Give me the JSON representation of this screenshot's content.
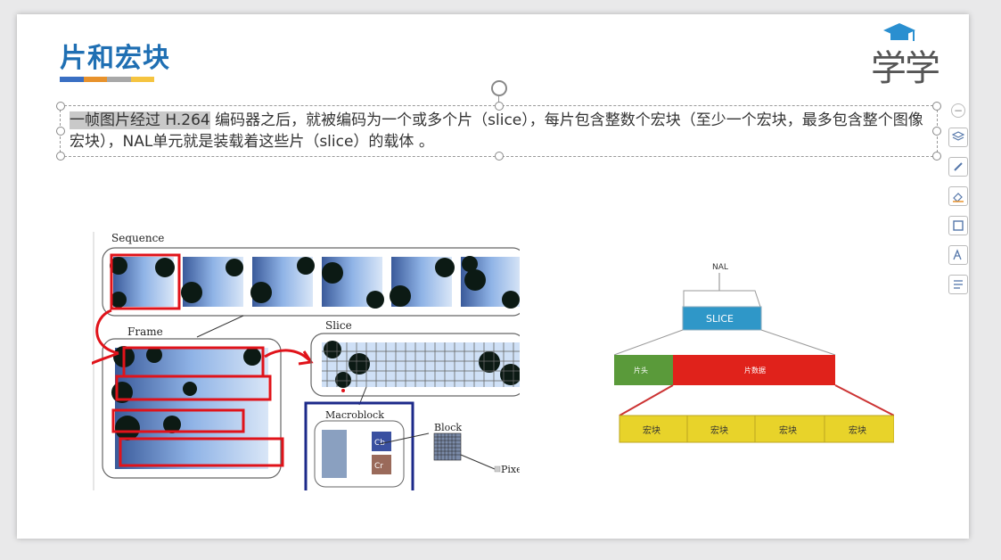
{
  "slide": {
    "title": "片和宏块",
    "title_bar_colors": [
      "#3a6fc3",
      "#e8922c",
      "#a8a8a8",
      "#f5c440"
    ],
    "logo_text": "学学",
    "body_highlight": "一帧图片经过 H.264",
    "body_rest": " 编码器之后，就被编码为一个或多个片（slice），每片包含整数个宏块（至少一个宏块，最多包含整个图像宏块），NAL单元就是装载着这些片（slice）的载体 。"
  },
  "figure_left": {
    "sequence_label": "Sequence",
    "frame_label": "Frame",
    "slice_label": "Slice",
    "macroblock_label": "Macroblock",
    "block_label": "Block",
    "pixel_label": "Pixel",
    "cb_label": "Cb",
    "cr_label": "Cr"
  },
  "figure_right": {
    "nal_label": "NAL",
    "slice_label": "SLICE",
    "header_label": "片头",
    "data_label": "片数据",
    "macroblocks": [
      "宏块",
      "宏块",
      "宏块",
      "宏块"
    ],
    "colors": {
      "slice": "#2f97c8",
      "header": "#5a9a3a",
      "data": "#e0221b",
      "macroblock": "#e8d32a"
    }
  },
  "toolbar": {
    "icons": [
      "collapse-icon",
      "layers-icon",
      "pen-icon",
      "eraser-icon",
      "frame-icon",
      "text-style-icon",
      "text-format-icon"
    ]
  },
  "annotation_color": "#e0131a"
}
